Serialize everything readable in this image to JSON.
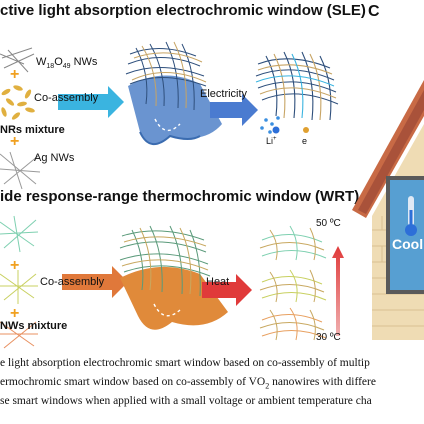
{
  "panel_c_letter": "C",
  "sle": {
    "title": "ctive light absorption electrochromic window (SLE)",
    "w18o49_prefix": "W",
    "w18o49_sub1": "18",
    "w18o49_mid": "O",
    "w18o49_sub2": "49",
    "w18o49_suffix": " NWs",
    "coassembly": "Co-assembly",
    "electricity": "Electricity",
    "nrs_mixture": "NRs mixture",
    "ag_nws": "Ag NWs",
    "li_label": "Li",
    "li_sup": "+",
    "e_label": "e"
  },
  "wrt": {
    "title": "ide response-range thermochromic window (WRT)",
    "coassembly": "Co-assembly",
    "heat": "Heat",
    "nws_mixture": "NWs mixture",
    "temp_high": "50 ºC",
    "temp_low": "30 ºC"
  },
  "house": {
    "cool_label": "Cool"
  },
  "caption": {
    "line1": "e light absorption electrochromic smart window based on co-assembly of multip",
    "line2_a": "ermochromic smart window based on co-assembly of VO",
    "line2_sub": "2",
    "line2_b": " nanowires with differe",
    "line3": "se smart windows when applied with a small voltage or ambient temperature cha"
  },
  "colors": {
    "arrow_cyan": "#3ab4e0",
    "arrow_orange": "#e0783a",
    "arrow_red": "#e03a3a",
    "roof_brick": "#c86a45",
    "wall_beige": "#efdcb4",
    "window_blue": "#4a8fc8"
  }
}
